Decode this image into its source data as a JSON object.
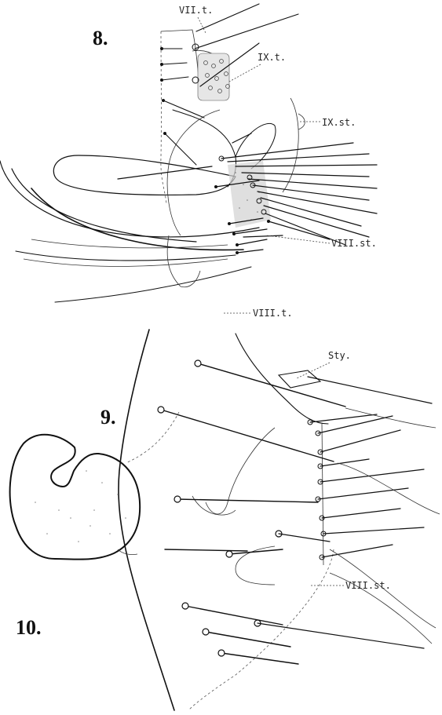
{
  "figures": [
    {
      "number": "8.",
      "labels": [
        "VII.t.",
        "IX.t.",
        "IX.st.",
        "VIII.st."
      ]
    },
    {
      "number": "9.",
      "labels": [
        "VIII.t.",
        "Sty.",
        "VIII.st."
      ]
    },
    {
      "number": "10.",
      "labels": []
    }
  ],
  "colors": {
    "ink": "#111111",
    "paper": "#ffffff",
    "stipple": "#bbbbbb"
  }
}
